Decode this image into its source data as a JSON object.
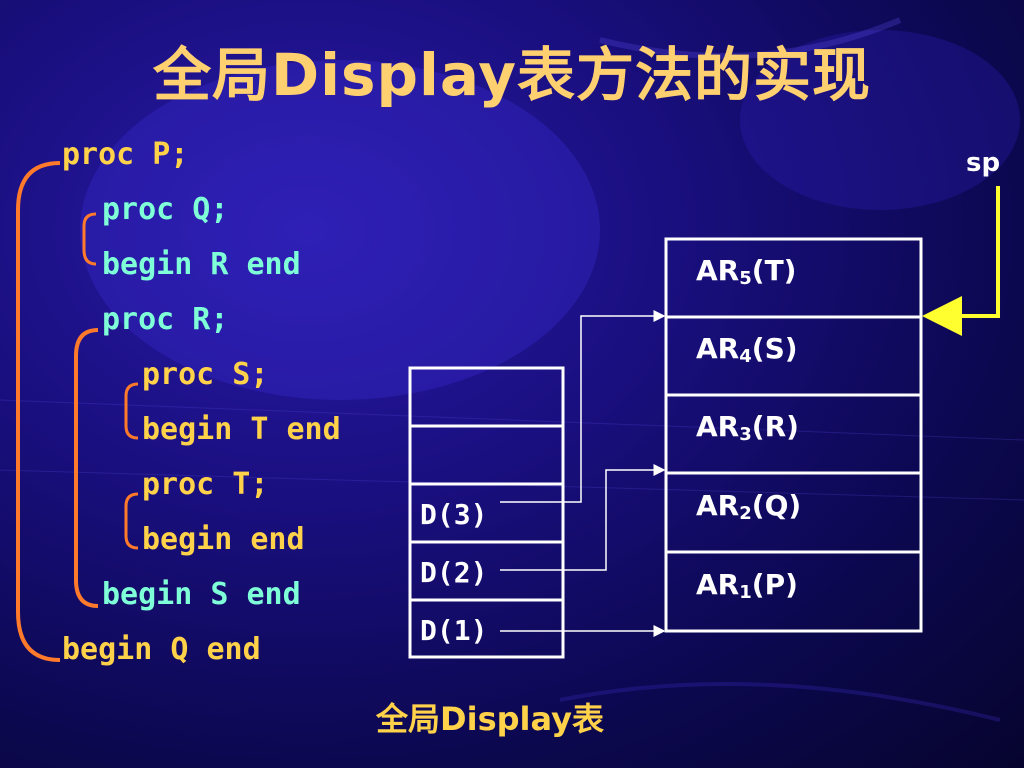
{
  "title": "全局Display表方法的实现",
  "code": [
    "proc P;",
    "proc Q;",
    "begin R end",
    "proc R;",
    "proc S;",
    "begin T end",
    "proc T;",
    "begin end",
    "begin S end",
    "begin Q end"
  ],
  "sp_label": "sp",
  "display": [
    "D(3)",
    "D(2)",
    "D(1)"
  ],
  "stack": [
    {
      "base": "AR",
      "sub": "5",
      "rest": "(T)"
    },
    {
      "base": "AR",
      "sub": "4",
      "rest": "(S)"
    },
    {
      "base": "AR",
      "sub": "3",
      "rest": "(R)"
    },
    {
      "base": "AR",
      "sub": "2",
      "rest": "(Q)"
    },
    {
      "base": "AR",
      "sub": "1",
      "rest": "(P)"
    }
  ],
  "caption": "全局Display表",
  "colors": {
    "title": "#ffd070",
    "keyword": "#ffd24a",
    "code_alt": "#7fffd8",
    "bracket": "#ff7a2a",
    "sp_arrow": "#ffff30"
  }
}
